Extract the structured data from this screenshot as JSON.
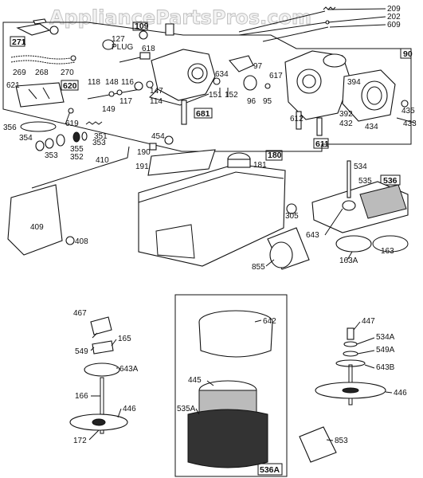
{
  "watermark": "AppliancePartsPros.com",
  "callouts": [
    {
      "id": "c209",
      "text": "209"
    },
    {
      "id": "c202",
      "text": "202"
    },
    {
      "id": "c609",
      "text": "609"
    },
    {
      "id": "c90",
      "text": "90"
    },
    {
      "id": "c271",
      "text": "271"
    },
    {
      "id": "c127",
      "text": "127"
    },
    {
      "id": "c127p",
      "text": "PLUG"
    },
    {
      "id": "c109",
      "text": "109"
    },
    {
      "id": "c269",
      "text": "269"
    },
    {
      "id": "c268",
      "text": "268"
    },
    {
      "id": "c270",
      "text": "270"
    },
    {
      "id": "c618",
      "text": "618"
    },
    {
      "id": "c97",
      "text": "97"
    },
    {
      "id": "c634",
      "text": "634"
    },
    {
      "id": "c617",
      "text": "617"
    },
    {
      "id": "c394",
      "text": "394"
    },
    {
      "id": "c621",
      "text": "621"
    },
    {
      "id": "c620",
      "text": "620"
    },
    {
      "id": "c118",
      "text": "118"
    },
    {
      "id": "c148",
      "text": "148"
    },
    {
      "id": "c116",
      "text": "116"
    },
    {
      "id": "c151",
      "text": "151"
    },
    {
      "id": "c152",
      "text": "152"
    },
    {
      "id": "c96",
      "text": "96"
    },
    {
      "id": "c95",
      "text": "95"
    },
    {
      "id": "c392",
      "text": "392"
    },
    {
      "id": "c435",
      "text": "435"
    },
    {
      "id": "c147",
      "text": "147"
    },
    {
      "id": "c117",
      "text": "117"
    },
    {
      "id": "c114",
      "text": "114"
    },
    {
      "id": "c149",
      "text": "149"
    },
    {
      "id": "c432",
      "text": "432"
    },
    {
      "id": "c434",
      "text": "434"
    },
    {
      "id": "c433",
      "text": "433"
    },
    {
      "id": "c681",
      "text": "681"
    },
    {
      "id": "c612",
      "text": "612"
    },
    {
      "id": "c611",
      "text": "611"
    },
    {
      "id": "c356",
      "text": "356"
    },
    {
      "id": "c619",
      "text": "619"
    },
    {
      "id": "c454",
      "text": "454"
    },
    {
      "id": "c351",
      "text": "351"
    },
    {
      "id": "c354",
      "text": "354"
    },
    {
      "id": "c353a",
      "text": "353"
    },
    {
      "id": "c190",
      "text": "190"
    },
    {
      "id": "c355",
      "text": "355"
    },
    {
      "id": "c352",
      "text": "352"
    },
    {
      "id": "c353b",
      "text": "353"
    },
    {
      "id": "c410",
      "text": "410"
    },
    {
      "id": "c180",
      "text": "180"
    },
    {
      "id": "c191",
      "text": "191"
    },
    {
      "id": "c181",
      "text": "181"
    },
    {
      "id": "c534",
      "text": "534"
    },
    {
      "id": "c535",
      "text": "535"
    },
    {
      "id": "c536",
      "text": "536"
    },
    {
      "id": "c305",
      "text": "305"
    },
    {
      "id": "c409",
      "text": "409"
    },
    {
      "id": "c408",
      "text": "408"
    },
    {
      "id": "c643",
      "text": "643"
    },
    {
      "id": "c855",
      "text": "855"
    },
    {
      "id": "c163a",
      "text": "163A"
    },
    {
      "id": "c163",
      "text": "163"
    },
    {
      "id": "c467",
      "text": "467"
    },
    {
      "id": "c165",
      "text": "165"
    },
    {
      "id": "c549",
      "text": "549"
    },
    {
      "id": "c643a",
      "text": "643A"
    },
    {
      "id": "c166",
      "text": "166"
    },
    {
      "id": "c446a",
      "text": "446"
    },
    {
      "id": "c172",
      "text": "172"
    },
    {
      "id": "c642",
      "text": "642"
    },
    {
      "id": "c445",
      "text": "445"
    },
    {
      "id": "c535a",
      "text": "535A"
    },
    {
      "id": "c536a",
      "text": "536A"
    },
    {
      "id": "c447",
      "text": "447"
    },
    {
      "id": "c534a",
      "text": "534A"
    },
    {
      "id": "c549a",
      "text": "549A"
    },
    {
      "id": "c643b",
      "text": "643B"
    },
    {
      "id": "c446b",
      "text": "446"
    },
    {
      "id": "c853",
      "text": "853"
    }
  ]
}
